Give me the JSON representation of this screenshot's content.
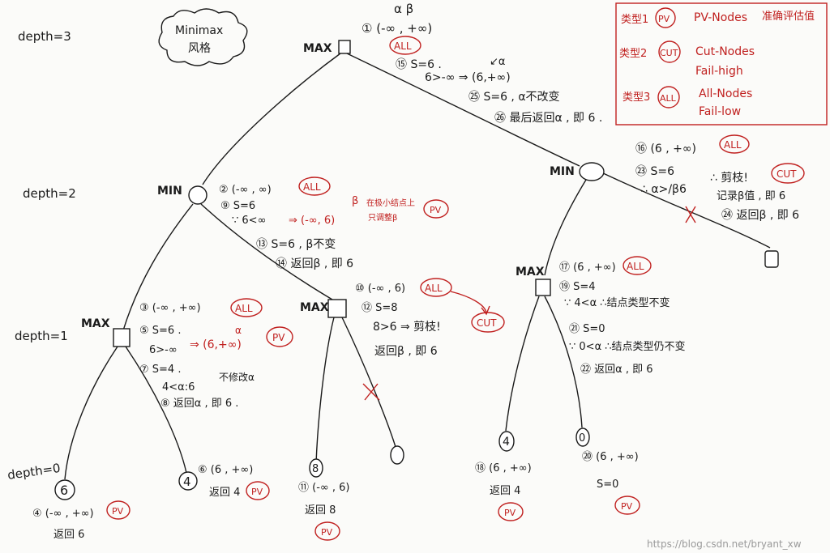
{
  "diagram": {
    "depth_labels": [
      "depth=3",
      "depth=2",
      "depth=1",
      "depth=0"
    ],
    "cloud_lines": [
      "Minimax",
      "风格"
    ],
    "level_labels": {
      "root": "MAX",
      "min_left": "MIN",
      "min_right": "MIN",
      "max1": "MAX",
      "max2": "MAX",
      "max3": "MAX"
    },
    "legend": {
      "title": "准确评估值",
      "rows": [
        {
          "type": "类型1",
          "code": "PV",
          "desc1": "PV-Nodes",
          "desc2": ""
        },
        {
          "type": "类型2",
          "code": "CUT",
          "desc1": "Cut-Nodes",
          "desc2": "Fail-high"
        },
        {
          "type": "类型3",
          "code": "ALL",
          "desc1": "All-Nodes",
          "desc2": "Fail-low"
        }
      ]
    },
    "root_notes": {
      "ab_header": "α   β",
      "n1": "① (-∞ , +∞)",
      "tag": "ALL",
      "n15": "⑮  S=6 .",
      "alpha_mark": "↙α",
      "upd": "6>-∞ ⇒ (6,+∞)",
      "n25": "㉕  S=6 , α不改变",
      "n26": "㉖ 最后返回α , 即 6 ."
    },
    "min_left_notes": {
      "n2": "② (-∞ , ∞)",
      "tag": "ALL",
      "n9": "⑨  S=6",
      "cmp": "∵ 6<∞",
      "res": "⇒ (-∞, 6)",
      "beta_mark": "β",
      "side1": "在极小结点上",
      "side2": "只调整β",
      "pv": "PV",
      "n13": "⑬  S=6 , β不变",
      "n14": "⑭ 返回β , 即 6"
    },
    "max1_notes": {
      "n3": "③ (-∞ , +∞)",
      "tag": "ALL",
      "n5": "⑤   S=6 .",
      "cmp": "6>-∞",
      "res": "⇒ (6,+∞)",
      "alpha_mark": "α",
      "pv": "PV",
      "n7": "⑦  S=4 .",
      "cmp2": "4<α:6",
      "nochg": "不修改α",
      "n8": "⑧ 返回α , 即 6 ."
    },
    "max2_notes": {
      "n10": "⑩ (-∞ , 6)",
      "tag": "ALL",
      "n12": "⑫  S=8",
      "cmp": "8>6  ⇒ 剪枝!",
      "cut": "CUT",
      "ret": "返回β , 即 6"
    },
    "min_right_notes": {
      "n16": "⑯  (6 , +∞)",
      "tag": "ALL",
      "n23": "㉓  S=6",
      "cmp": "∴ α>/β6",
      "prune": "∴ 剪枝!",
      "cut": "CUT",
      "rec": "记录β值 , 即 6",
      "n24": "㉔ 返回β , 即 6"
    },
    "max3_notes": {
      "n17": "⑰ (6 , +∞)",
      "tag": "ALL",
      "n19": "⑲  S=4",
      "l1": "∵ 4<α  ∴结点类型不变",
      "n21": "㉑   S=0",
      "l2": "∵ 0<α  ∴结点类型仍不变",
      "n22": "㉒ 返回α , 即 6"
    },
    "leaves": {
      "l6": {
        "value": "6",
        "n": "④ (-∞ , +∞)",
        "tag": "PV",
        "ret": "返回 6"
      },
      "l4": {
        "value": "4",
        "n": "⑥ (6 , +∞)",
        "ret": "返回 4",
        "tag": "PV"
      },
      "l8": {
        "value": "8",
        "n": "⑪ (-∞ , 6)",
        "ret": "返回 8",
        "tag": "PV"
      },
      "l4b": {
        "value": "4",
        "n": "⑱ (6 , +∞)",
        "ret": "返回 4",
        "tag": "PV"
      },
      "l0": {
        "value": "0",
        "n": "⑳ (6 , +∞)",
        "s": "S=0",
        "tag": "PV"
      }
    },
    "watermark": "https://blog.csdn.net/bryant_xw"
  }
}
